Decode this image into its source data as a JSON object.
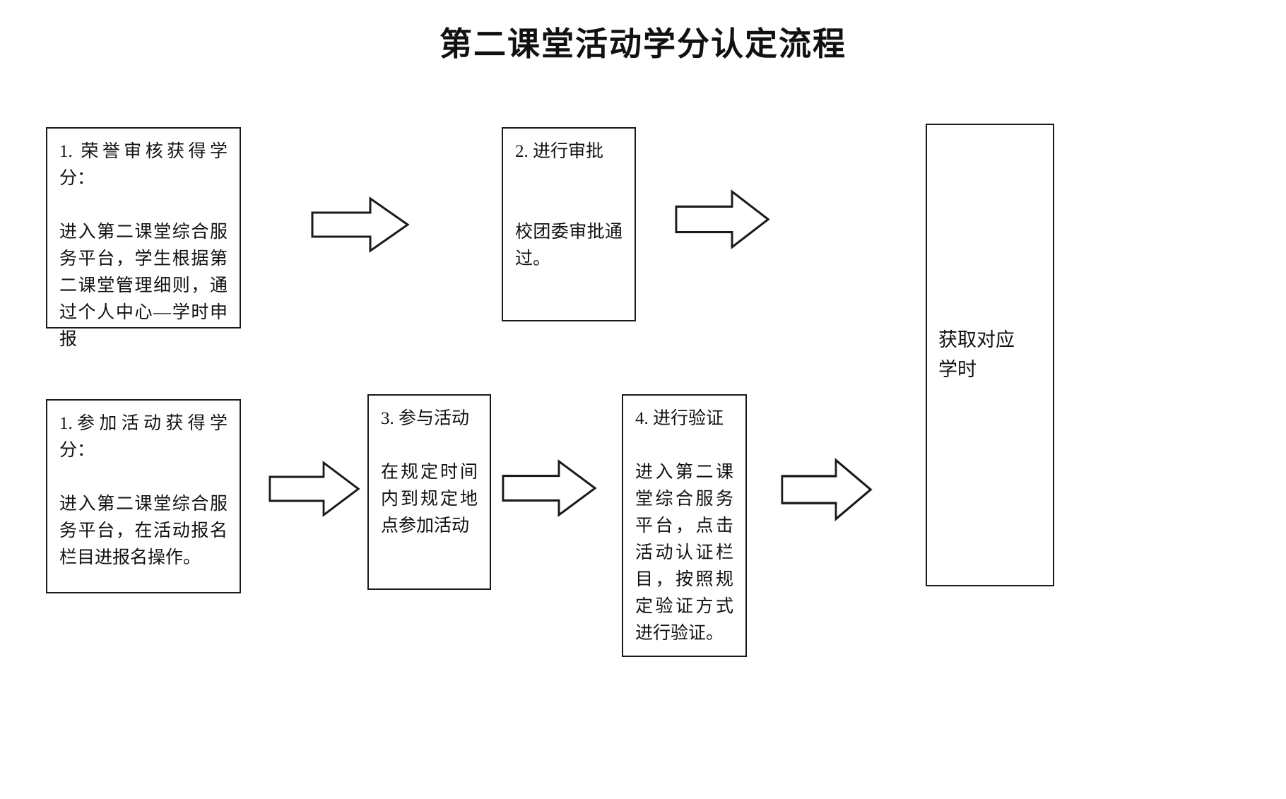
{
  "title": "第二课堂活动学分认定流程",
  "boxes": {
    "honor": {
      "text": "1. 荣誉审核获得学分：\n\n进入第二课堂综合服务平台，学生根据第二课堂管理细则，通过个人中心—学时申报"
    },
    "approval": {
      "text": "2.   进行审批\n\n\n校团委审批通过。"
    },
    "activity": {
      "text": "1.参加活动获得学分：\n\n进入第二课堂综合服务平台，在活动报名栏目进报名操作。"
    },
    "participate": {
      "text": "3.   参与活动\n\n在规定时间内到规定地点参加活动"
    },
    "verify": {
      "text": "4.   进行验证\n\n进入第二课堂综合服务平台，点击活动认证栏目，按照规定验证方式进行验证。"
    },
    "result": {
      "text": "获取对应\n学时"
    }
  },
  "colors": {
    "border": "#1a1a1a",
    "background": "#ffffff",
    "text": "#111111"
  }
}
